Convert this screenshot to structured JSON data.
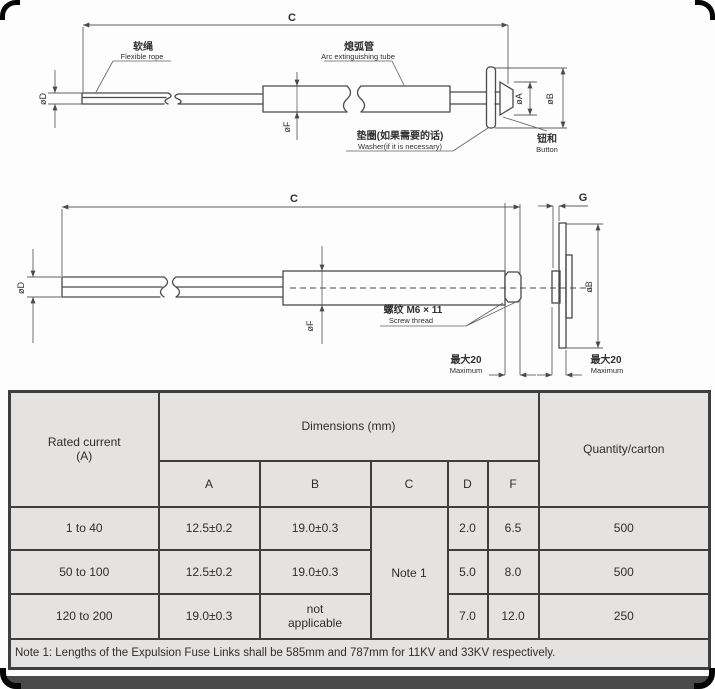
{
  "page": {
    "background": "#fdfdfd",
    "table_cell_bg": "#e4e3e1",
    "table_border": "#3e3e3e",
    "drawing_line": "#4a4a4a",
    "bottom_bar": "#4a4a4a"
  },
  "drawing1": {
    "dim_c": "C",
    "dim_d": "øD",
    "dim_f": "øF",
    "dim_a": "øA",
    "dim_b": "øB",
    "rope_cn": "软绳",
    "rope_en": "Flexible rope",
    "tube_cn": "熄弧管",
    "tube_en": "Arc extinguishing tube",
    "washer_cn": "垫圈(如果需要的话)",
    "washer_en": "Washer(if it is necessary)",
    "button_cn": "钮和",
    "button_en": "Button"
  },
  "drawing2": {
    "dim_c": "C",
    "dim_g": "G",
    "dim_d": "øD",
    "dim_f": "øF",
    "dim_b": "øB",
    "thread_cn": "螺纹  M6 × 11",
    "thread_en": "Screw thread",
    "max_thread_cn": "最大20",
    "max_thread_en": "Maximum",
    "max_button_cn": "最大20",
    "max_button_en": "Maximum"
  },
  "table": {
    "header": {
      "rated_current": "Rated current\n(A)",
      "dimensions": "Dimensions (mm)",
      "quantity": "Quantity/carton",
      "sub": [
        "A",
        "B",
        "C",
        "D",
        "F"
      ]
    },
    "rows": [
      {
        "current": "1 to 40",
        "a": "12.5±0.2",
        "b": "19.0±0.3",
        "d": "2.0",
        "f": "6.5",
        "qty": "500"
      },
      {
        "current": "50 to 100",
        "a": "12.5±0.2",
        "b": "19.0±0.3",
        "d": "5.0",
        "f": "8.0",
        "qty": "500"
      },
      {
        "current": "120 to 200",
        "a": "19.0±0.3",
        "b": "not\napplicable",
        "d": "7.0",
        "f": "12.0",
        "qty": "250"
      }
    ],
    "c_column_merged": "Note 1",
    "note": "Note 1: Lengths of the Expulsion Fuse Links shall be 585mm and 787mm for 11KV and 33KV respectively."
  }
}
